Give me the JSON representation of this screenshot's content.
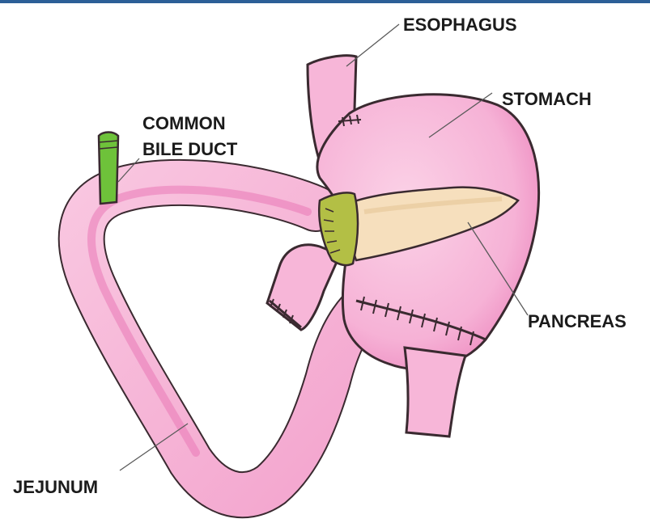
{
  "labels": {
    "esophagus": "ESOPHAGUS",
    "stomach": "STOMACH",
    "common_bile_duct_line1": "COMMON",
    "common_bile_duct_line2": "BILE DUCT",
    "pancreas": "PANCREAS",
    "jejunum": "JEJUNUM"
  },
  "colors": {
    "organ_pink": "#f7b6d8",
    "organ_shade": "#ea79b6",
    "pancreas_fill": "#f6dfbd",
    "bile_duct_green": "#6ec23a",
    "anastomosis_green": "#b3bf45",
    "outline": "#3a2a30",
    "frame_bar": "#2c5f97"
  }
}
